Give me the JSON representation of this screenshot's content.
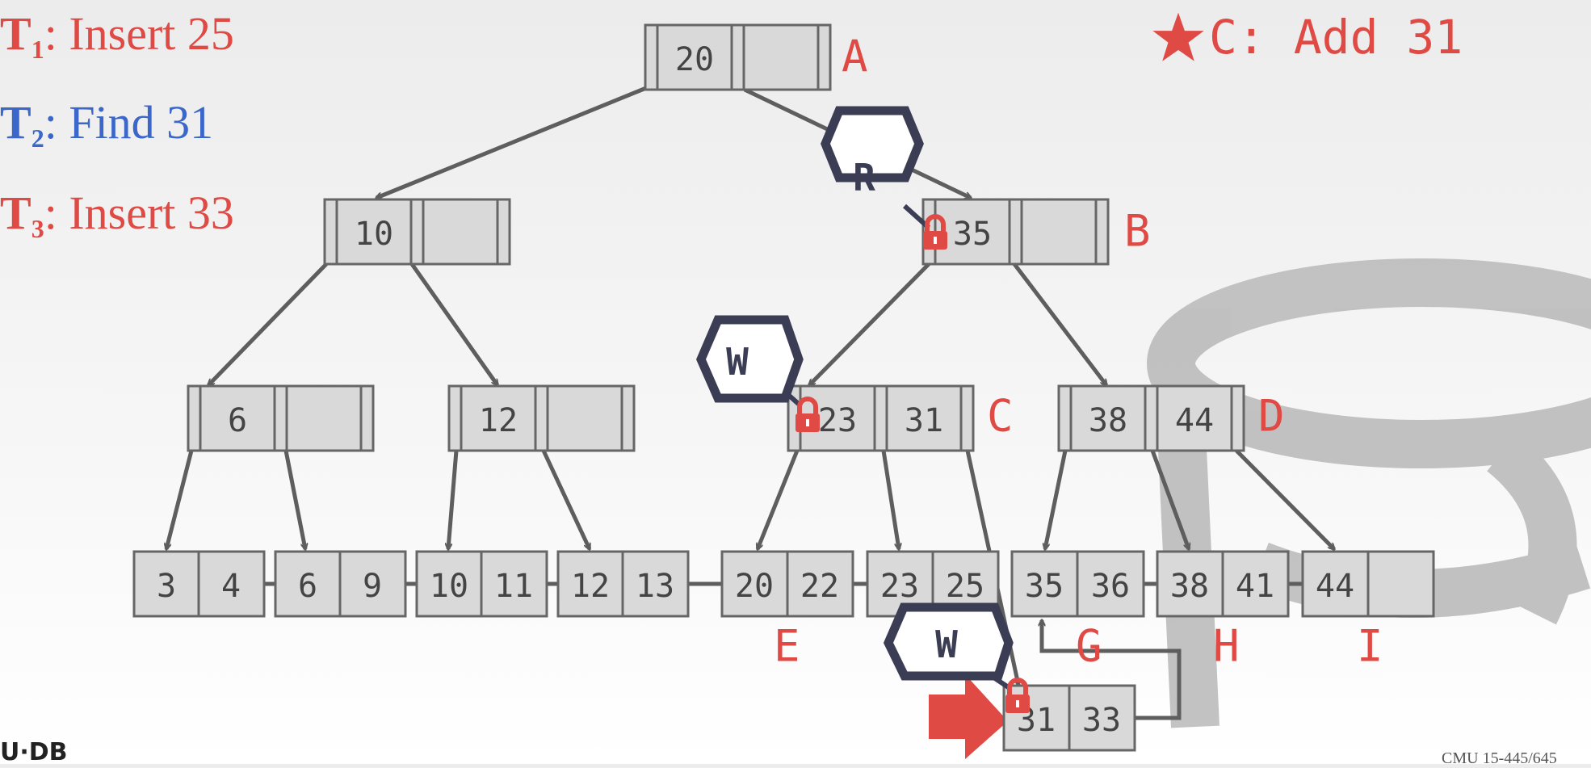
{
  "transactions": [
    {
      "name": "T",
      "sub": "1",
      "action": "Insert 25",
      "color": "#e04a45"
    },
    {
      "name": "T",
      "sub": "2",
      "action": "Find 31",
      "color": "#3a67c9"
    },
    {
      "name": "T",
      "sub": "3",
      "action": "Insert 33",
      "color": "#e04a45"
    }
  ],
  "callout": {
    "icon": "star-icon",
    "text": "C: Add 31"
  },
  "footer": {
    "logo": "U·DB",
    "course": "CMU 15-445/645"
  },
  "tree": {
    "inner_nodes": [
      {
        "id": "A",
        "label": "A",
        "keys": [
          "20",
          ""
        ]
      },
      {
        "id": "n10",
        "label": "",
        "keys": [
          "10",
          ""
        ]
      },
      {
        "id": "B",
        "label": "B",
        "keys": [
          "35",
          ""
        ]
      },
      {
        "id": "n6",
        "label": "",
        "keys": [
          "6",
          ""
        ]
      },
      {
        "id": "n12",
        "label": "",
        "keys": [
          "12",
          ""
        ]
      },
      {
        "id": "C",
        "label": "C",
        "keys": [
          "23",
          "31"
        ]
      },
      {
        "id": "D",
        "label": "D",
        "keys": [
          "38",
          "44"
        ]
      }
    ],
    "leaf_nodes": [
      {
        "id": "l1",
        "label": "",
        "keys": [
          "3",
          "4"
        ]
      },
      {
        "id": "l2",
        "label": "",
        "keys": [
          "6",
          "9"
        ]
      },
      {
        "id": "l3",
        "label": "",
        "keys": [
          "10",
          "11"
        ]
      },
      {
        "id": "l4",
        "label": "",
        "keys": [
          "12",
          "13"
        ]
      },
      {
        "id": "E",
        "label": "E",
        "keys": [
          "20",
          "22"
        ]
      },
      {
        "id": "l6",
        "label": "",
        "keys": [
          "23",
          "25"
        ]
      },
      {
        "id": "G",
        "label": "G",
        "keys": [
          "35",
          "36"
        ]
      },
      {
        "id": "H",
        "label": "H",
        "keys": [
          "38",
          "41"
        ]
      },
      {
        "id": "I",
        "label": "I",
        "keys": [
          "44",
          ""
        ]
      },
      {
        "id": "new",
        "label": "",
        "keys": [
          "31",
          "33"
        ]
      }
    ],
    "latches": [
      {
        "mode": "R",
        "on": "B"
      },
      {
        "mode": "W",
        "on": "C"
      },
      {
        "mode": "W",
        "on": "new"
      }
    ]
  },
  "colors": {
    "accent_red": "#e04a45",
    "accent_blue": "#3a67c9",
    "node_fill": "#d9d9d9",
    "node_stroke": "#666666",
    "latch_stroke": "#3b3d55"
  }
}
